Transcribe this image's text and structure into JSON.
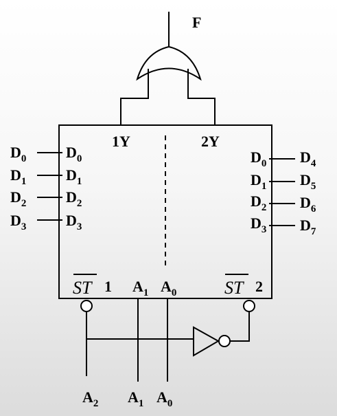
{
  "output": {
    "base": "F"
  },
  "chip": {
    "out_left": "1Y",
    "out_right": "2Y",
    "left_pins": [
      {
        "base": "D",
        "sub": "0"
      },
      {
        "base": "D",
        "sub": "1"
      },
      {
        "base": "D",
        "sub": "2"
      },
      {
        "base": "D",
        "sub": "3"
      }
    ],
    "right_pins": [
      {
        "base": "D",
        "sub": "0"
      },
      {
        "base": "D",
        "sub": "1"
      },
      {
        "base": "D",
        "sub": "2"
      },
      {
        "base": "D",
        "sub": "3"
      }
    ],
    "st_left": {
      "text": "ST",
      "num": "1"
    },
    "st_right": {
      "text": "ST",
      "num": "2"
    },
    "addr": [
      {
        "base": "A",
        "sub": "1"
      },
      {
        "base": "A",
        "sub": "0"
      }
    ]
  },
  "left_inputs": [
    {
      "base": "D",
      "sub": "0"
    },
    {
      "base": "D",
      "sub": "1"
    },
    {
      "base": "D",
      "sub": "2"
    },
    {
      "base": "D",
      "sub": "3"
    }
  ],
  "right_inputs": [
    {
      "base": "D",
      "sub": "4"
    },
    {
      "base": "D",
      "sub": "5"
    },
    {
      "base": "D",
      "sub": "6"
    },
    {
      "base": "D",
      "sub": "7"
    }
  ],
  "bottom_inputs": [
    {
      "base": "A",
      "sub": "2"
    },
    {
      "base": "A",
      "sub": "1"
    },
    {
      "base": "A",
      "sub": "0"
    }
  ]
}
